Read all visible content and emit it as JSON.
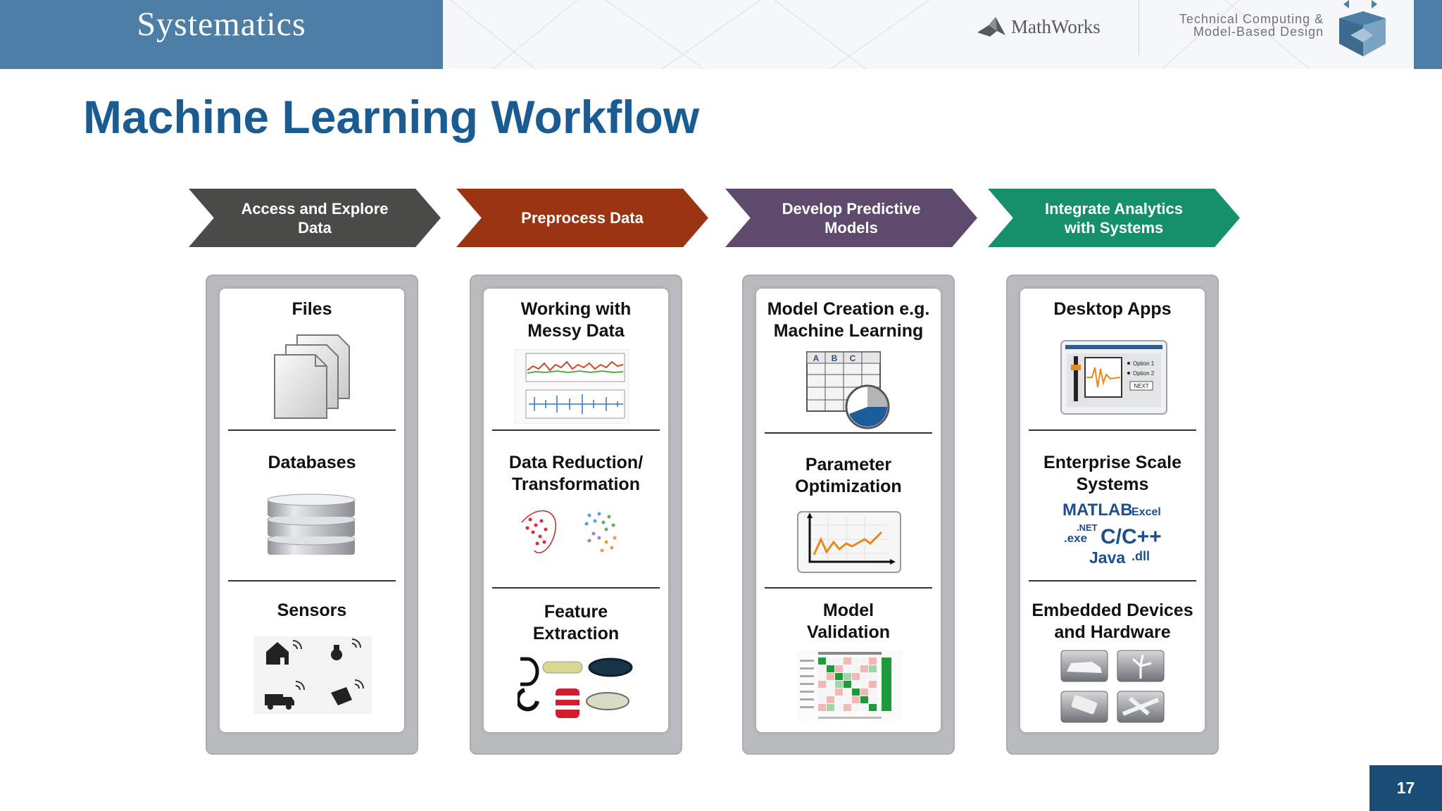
{
  "header": {
    "brand": "Systematics",
    "partner": "MathWorks",
    "tagline": [
      "Technical Computing &",
      "Model-Based Design"
    ]
  },
  "title": "Machine Learning Workflow",
  "steps": [
    {
      "label": "Access and Explore\nData",
      "color": "#4a4a46"
    },
    {
      "label": "Preprocess Data",
      "color": "#9a3412"
    },
    {
      "label": "Develop Predictive\nModels",
      "color": "#5d4a6c"
    },
    {
      "label": "Integrate Analytics\nwith Systems",
      "color": "#168f6b"
    }
  ],
  "columns": [
    {
      "items": [
        {
          "title": "Files",
          "icon": "files-icon"
        },
        {
          "title": "Databases",
          "icon": "database-icon"
        },
        {
          "title": "Sensors",
          "icon": "sensors-icon"
        }
      ]
    },
    {
      "items": [
        {
          "title": "Working with\nMessy Data",
          "icon": "messy-data-plot-icon"
        },
        {
          "title": "Data Reduction/\nTransformation",
          "icon": "scatter-clusters-icon"
        },
        {
          "title": "Feature\nExtraction",
          "icon": "feature-objects-icon"
        }
      ]
    },
    {
      "items": [
        {
          "title": "Model Creation e.g.\nMachine Learning",
          "icon": "table-pie-icon"
        },
        {
          "title": "Parameter\nOptimization",
          "icon": "optimization-chart-icon"
        },
        {
          "title": "Model\nValidation",
          "icon": "confusion-matrix-icon"
        }
      ]
    },
    {
      "items": [
        {
          "title": "Desktop Apps",
          "icon": "desktop-app-icon"
        },
        {
          "title": "Enterprise Scale\nSystems",
          "icon": "languages-icon"
        },
        {
          "title": "Embedded Devices\nand Hardware",
          "icon": "devices-icon"
        }
      ]
    }
  ],
  "app_mock": {
    "option1": "Option 1",
    "option2": "Option 2",
    "next": "NEXT"
  },
  "table_mock": {
    "a": "A",
    "b": "B",
    "c": "C"
  },
  "languages": {
    "matlab": "MATLAB",
    "excel": "Excel",
    "net": ".NET",
    "exe": ".exe",
    "cpp": "C/C++",
    "java": "Java",
    "dll": ".dll"
  },
  "page_number": "17"
}
